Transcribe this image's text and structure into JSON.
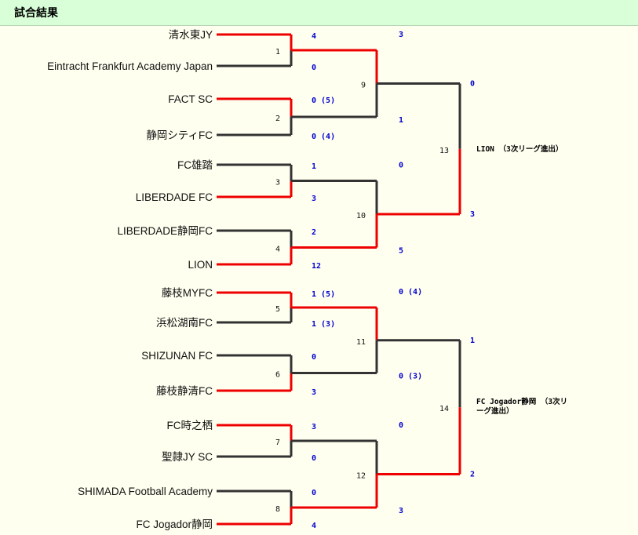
{
  "title": "試合結果",
  "colors": {
    "win": "#ee0000",
    "lose": "#333333",
    "score": "#0000cc",
    "header_bg": "#d9ffd9"
  },
  "teams": [
    "清水東JY",
    "Eintracht Frankfurt Academy Japan",
    "FACT SC",
    "静岡シティFC",
    "FC雄踏",
    "LIBERDADE FC",
    "LIBERDADE静岡FC",
    "LION",
    "藤枝MYFC",
    "浜松湖南FC",
    "SHIZUNAN FC",
    "藤枝静清FC",
    "FC時之栖",
    "聖隷JY SC",
    "SHIMADA Football Academy",
    "FC Jogador静岡"
  ],
  "round1": [
    {
      "num": "1",
      "score_top": "4",
      "score_bottom": "0",
      "winner": "top"
    },
    {
      "num": "2",
      "score_top": "0 (5)",
      "score_bottom": "0 (4)",
      "winner": "top"
    },
    {
      "num": "3",
      "score_top": "1",
      "score_bottom": "3",
      "winner": "bottom"
    },
    {
      "num": "4",
      "score_top": "2",
      "score_bottom": "12",
      "winner": "bottom"
    },
    {
      "num": "5",
      "score_top": "1 (5)",
      "score_bottom": "1 (3)",
      "winner": "top"
    },
    {
      "num": "6",
      "score_top": "0",
      "score_bottom": "3",
      "winner": "bottom"
    },
    {
      "num": "7",
      "score_top": "3",
      "score_bottom": "0",
      "winner": "top"
    },
    {
      "num": "8",
      "score_top": "0",
      "score_bottom": "4",
      "winner": "bottom"
    }
  ],
  "round2": [
    {
      "num": "9",
      "score_top": "3",
      "score_bottom": "1",
      "winner": "top"
    },
    {
      "num": "10",
      "score_top": "0",
      "score_bottom": "5",
      "winner": "bottom"
    },
    {
      "num": "11",
      "score_top": "0 (4)",
      "score_bottom": "0 (3)",
      "winner": "top"
    },
    {
      "num": "12",
      "score_top": "0",
      "score_bottom": "3",
      "winner": "bottom"
    }
  ],
  "round3": [
    {
      "num": "13",
      "score_top": "0",
      "score_bottom": "3",
      "winner": "bottom",
      "result": "LION （3次リーグ進出）"
    },
    {
      "num": "14",
      "score_top": "1",
      "score_bottom": "2",
      "winner": "bottom",
      "result_line1": "FC Jogador静岡 （3次リ",
      "result_line2": "ーグ進出）"
    }
  ]
}
